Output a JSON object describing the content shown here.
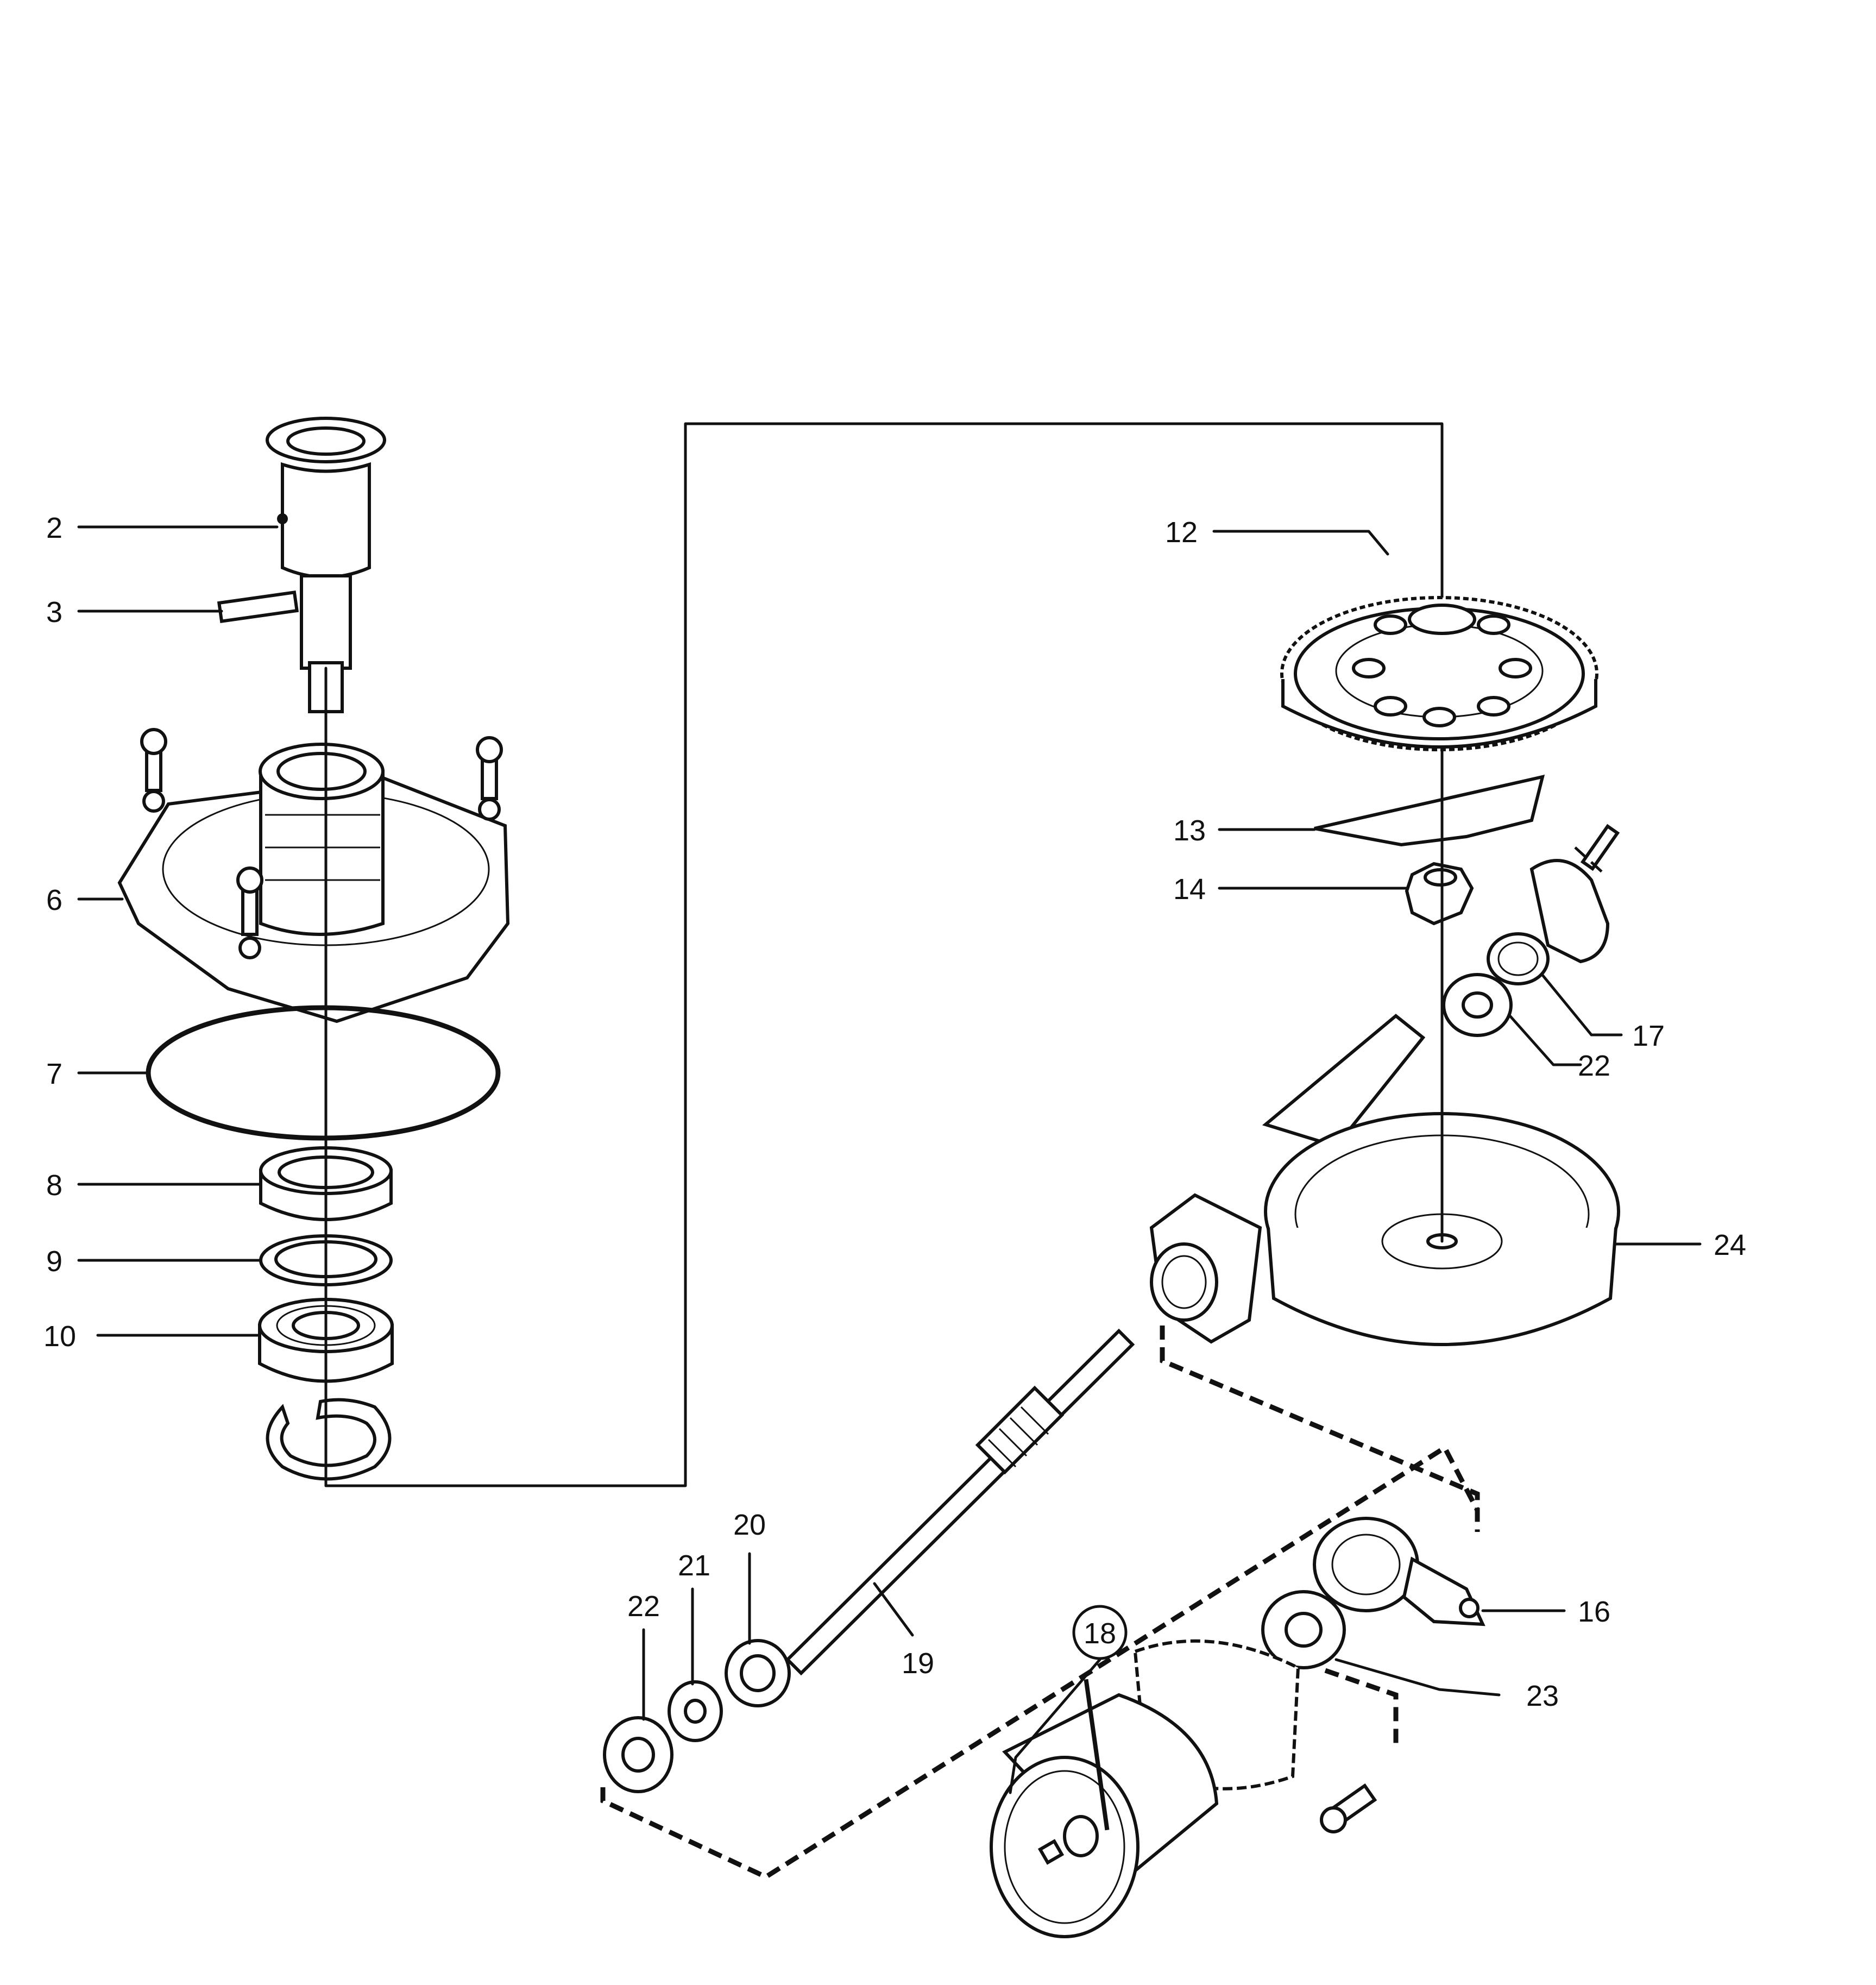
{
  "colors": {
    "ink": "#111111",
    "paper": "#ffffff"
  },
  "callouts": {
    "c2": "2",
    "c3": "3",
    "c6": "6",
    "c7": "7",
    "c8": "8",
    "c9": "9",
    "c10": "10",
    "c12": "12",
    "c13": "13",
    "c14": "14",
    "c16": "16",
    "c17": "17",
    "c18": "18",
    "c19": "19",
    "c20": "20",
    "c21": "21",
    "c22_right": "22",
    "c22_left": "22",
    "c23": "23",
    "c24": "24"
  }
}
